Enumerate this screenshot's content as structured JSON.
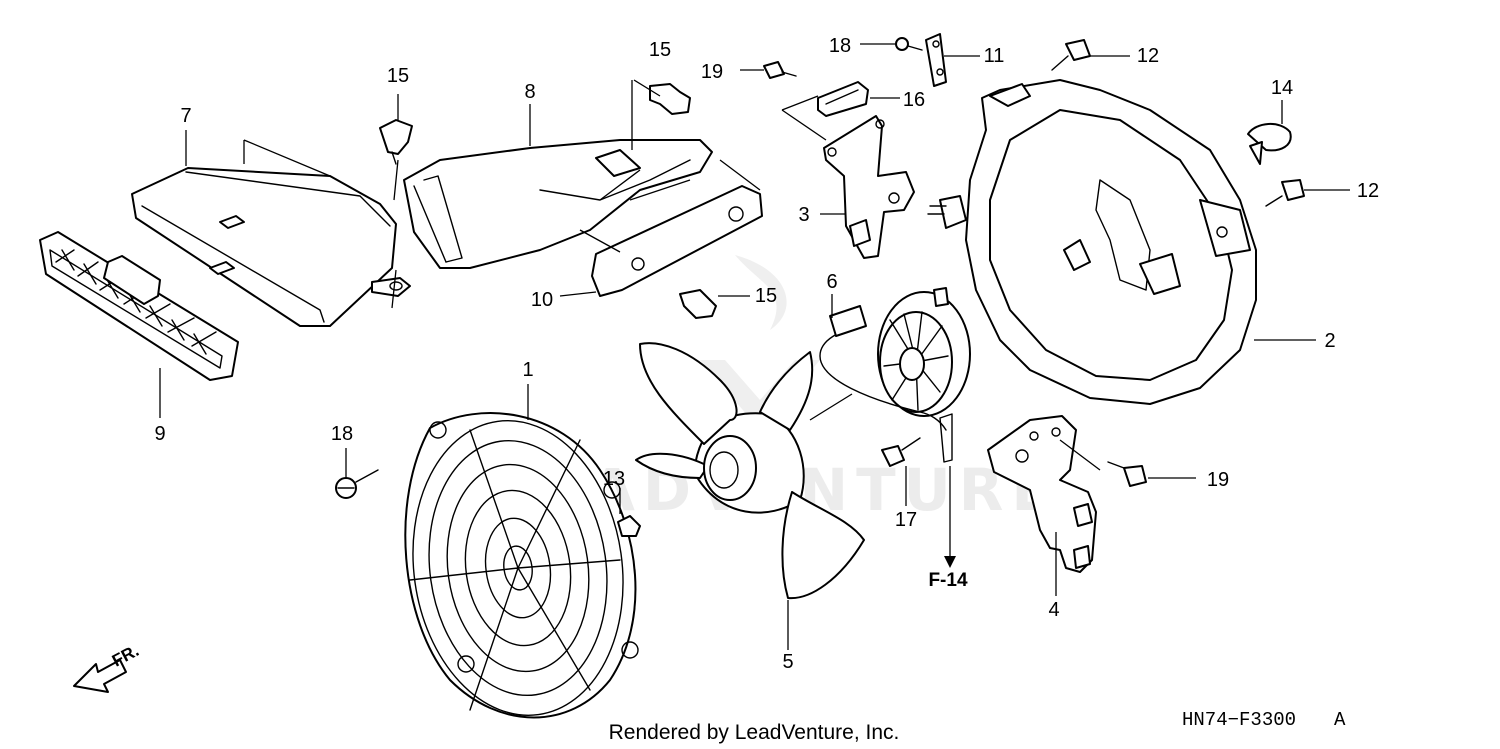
{
  "watermark": "ADVENTURE",
  "callouts": {
    "c1": "1",
    "c2": "2",
    "c3": "3",
    "c4": "4",
    "c5": "5",
    "c6": "6",
    "c7": "7",
    "c8": "8",
    "c9": "9",
    "c10": "10",
    "c11": "11",
    "c12a": "12",
    "c12b": "12",
    "c13": "13",
    "c14": "14",
    "c15a": "15",
    "c15b": "15",
    "c15c": "15",
    "c16": "16",
    "c17": "17",
    "c18a": "18",
    "c18b": "18",
    "c19a": "19",
    "c19b": "19"
  },
  "reference": "F-14",
  "front_marker": "FR.",
  "diagram_code": "HN74−F3300",
  "diagram_code_suffix": "A",
  "rendered_by": "Rendered by LeadVenture, Inc."
}
